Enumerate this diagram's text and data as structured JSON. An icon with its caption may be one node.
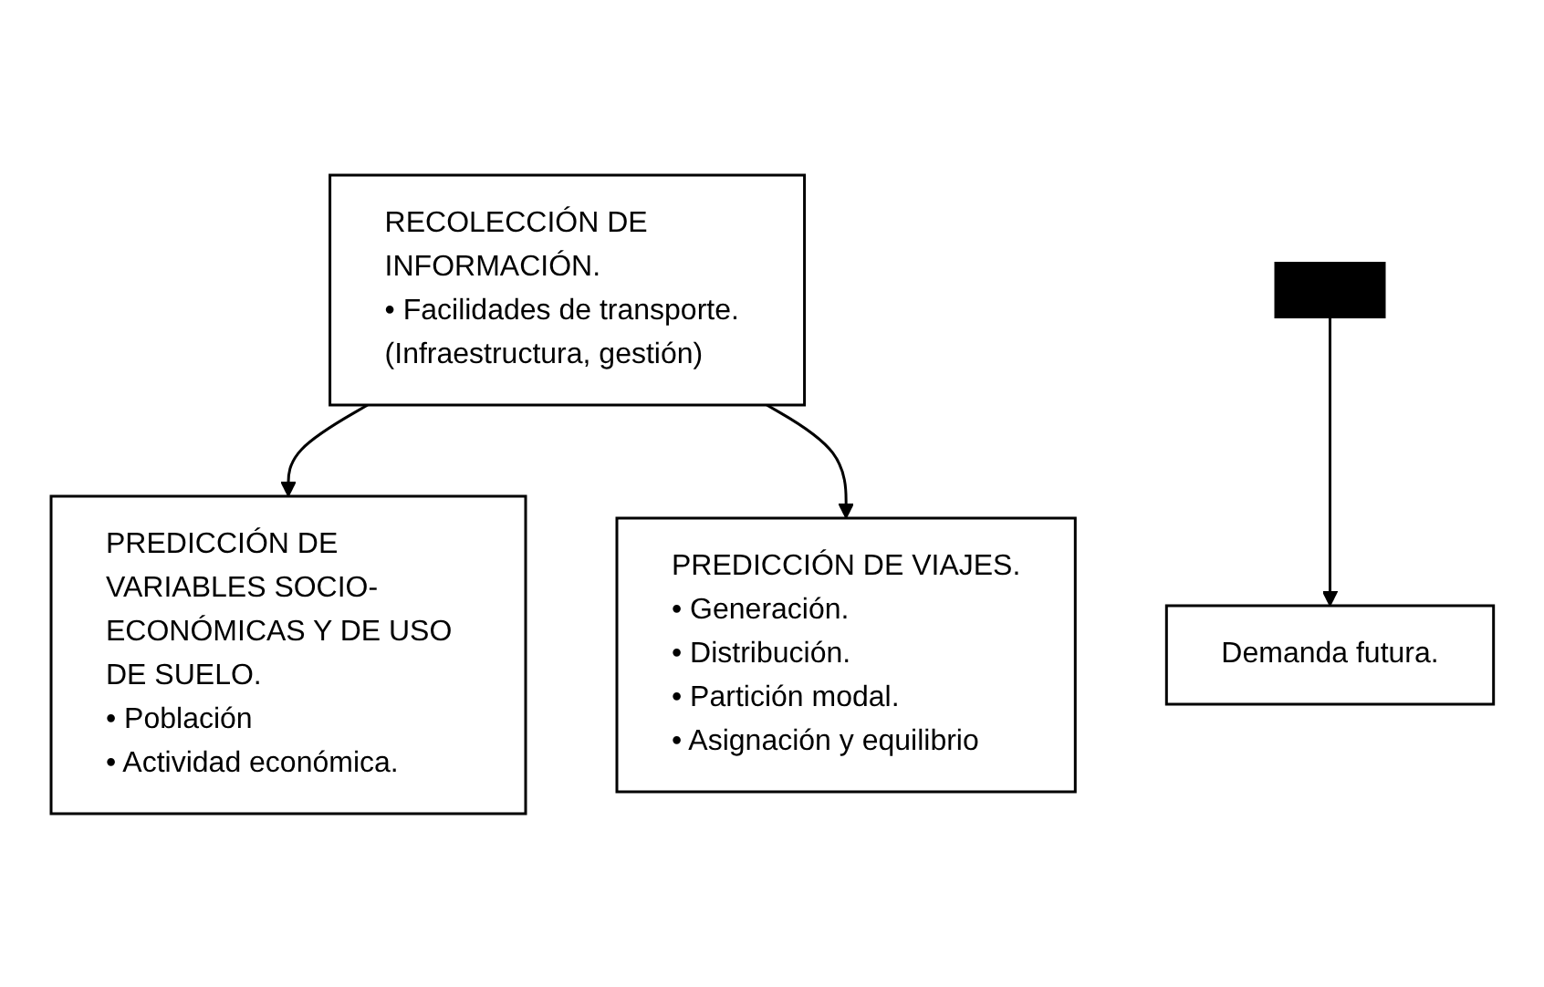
{
  "diagram": {
    "nodes": [
      {
        "text": [
          "RECOLECCIÓN DE INFORMACIÓN.",
          "• Facilidades de transporte. (Infraestructura, gestión)"
        ]
      },
      {
        "text": [
          "PREDICCIÓN DE VARIABLES SOCIO-ECONÓMICAS Y DE USO DE SUELO.",
          "• Población",
          "• Actividad económica."
        ]
      },
      {
        "text": [
          "PREDICCIÓN DE VIAJES.",
          "• Generación.",
          "• Distribución.",
          "• Partición modal.",
          "• Asignación y equilibrio"
        ]
      },
      {
        "text": [],
        "shape": "bar"
      },
      {
        "text": [
          "Demanda futura."
        ]
      }
    ],
    "edges": [
      {
        "from": 0,
        "to": 1,
        "arrow": "to"
      },
      {
        "from": 0,
        "to": 2,
        "arrow": "to"
      },
      {
        "from": 3,
        "to": 4,
        "arrow": "to"
      }
    ]
  }
}
